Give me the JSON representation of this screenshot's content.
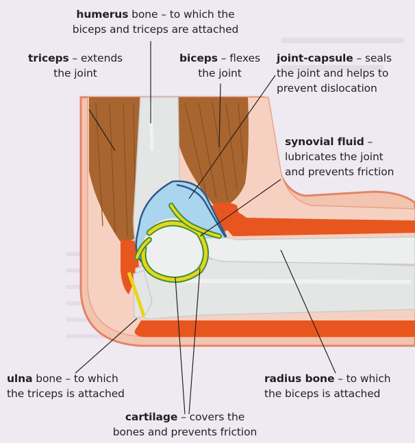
{
  "labels": {
    "humerus": {
      "name": "humerus",
      "text_line1": " bone – to which the",
      "text_line2": "biceps and triceps are attached"
    },
    "triceps": {
      "name": "triceps",
      "text_line1": " – extends",
      "text_line2": "the joint"
    },
    "biceps": {
      "name": "biceps",
      "text_line1": " – flexes",
      "text_line2": "the joint"
    },
    "joint_capsule": {
      "name": "joint-capsule",
      "text_line1": " – seals",
      "text_line2": "the joint and helps to",
      "text_line3": "prevent dislocation"
    },
    "synovial_fluid": {
      "name": "synovial fluid",
      "text_line1": " –",
      "text_line2": "lubricates the joint",
      "text_line3": "and prevents friction"
    },
    "ulna": {
      "name": "ulna",
      "text_line1": " bone – to which",
      "text_line2": "the triceps is attached"
    },
    "radius": {
      "name": "radius bone",
      "text_line1": " – to which",
      "text_line2": "the biceps is attached"
    },
    "cartilage": {
      "name": "cartilage",
      "text_line1": " – covers the",
      "text_line2": "bones and prevents friction"
    }
  },
  "colors": {
    "background": "#efe9f2",
    "skin": "#f3c4b0",
    "skin_edge": "#e07a52",
    "muscle": "#a8652f",
    "tendon": "#e8561f",
    "bone": "#e4e6e6",
    "synovial": "#a9d5ee",
    "cartilage": "#e9d51a",
    "cartilage_edge": "#3f8f3a",
    "capsule_edge": "#2e5b8a"
  }
}
